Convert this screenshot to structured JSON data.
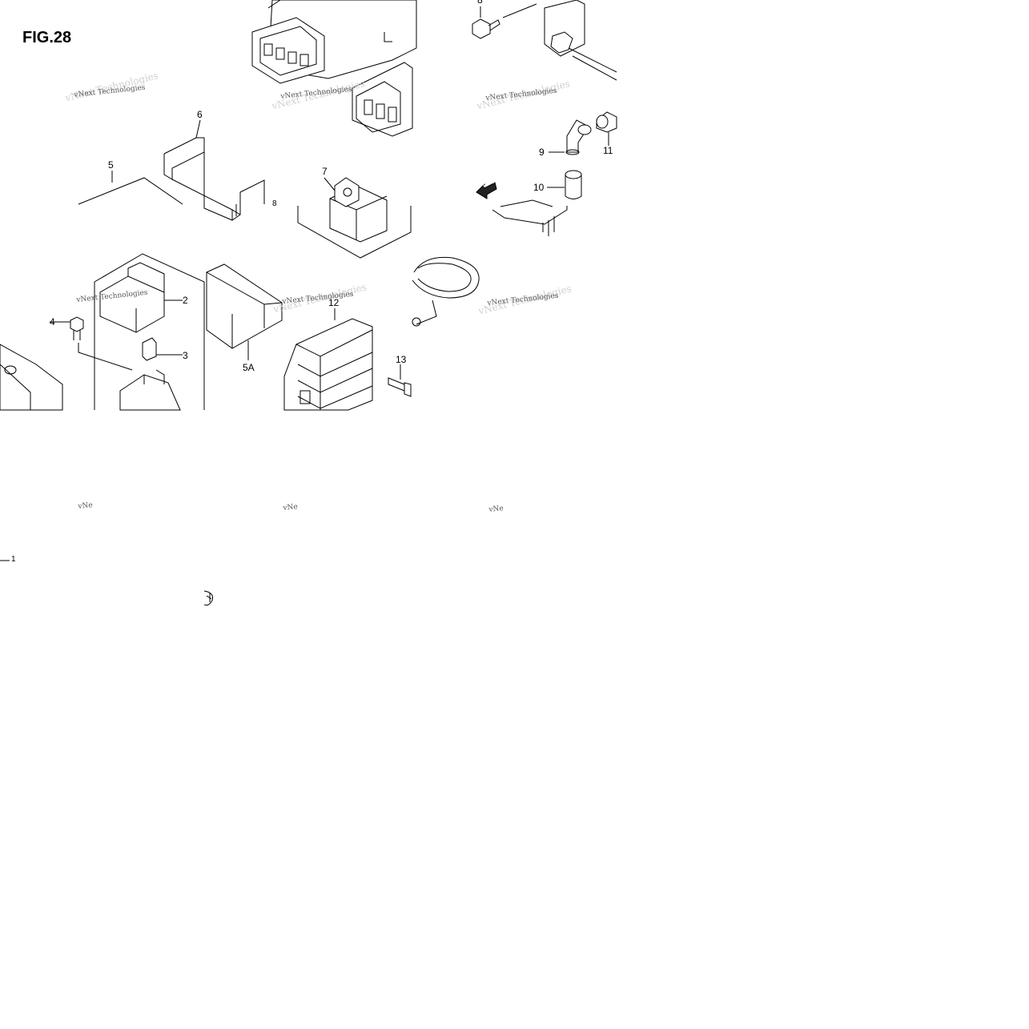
{
  "figure": {
    "title": "FIG.28"
  },
  "watermark": {
    "text": "vNext Technologies",
    "fragment": "vNe"
  },
  "callouts": {
    "c1": "1",
    "c2": "2",
    "c3": "3",
    "c4": "4",
    "c5": "5",
    "c5a": "5A",
    "c6": "6",
    "c7": "7",
    "c8": "8",
    "c8b": "8",
    "c9": "9",
    "c10": "10",
    "c11": "11",
    "c12": "12",
    "c13": "13"
  },
  "direction_label": "FWD"
}
